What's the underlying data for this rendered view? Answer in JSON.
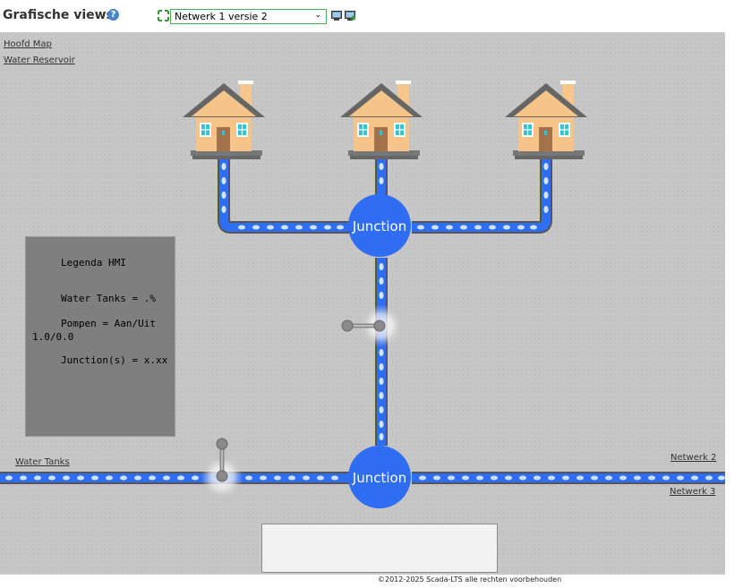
{
  "header": {
    "title": "Grafische views",
    "help": "?",
    "selected_view": "Netwerk 1 versie 2"
  },
  "nav": {
    "hoofd_map": "Hoofd Map",
    "water_reservoir": "Water Reservoir",
    "water_tanks": "Water Tanks",
    "netwerk2": "Netwerk 2",
    "netwerk3": "Netwerk 3"
  },
  "legend": {
    "title": "Legenda HMI",
    "water_tanks": "Water Tanks =  .%",
    "pompen_line1": "Pompen = Aan/Uit",
    "pompen_line2": "1.0/0.0",
    "junctions": "Junction(s) = x.xx"
  },
  "junctions": {
    "top": "Junction",
    "bottom": "Junction"
  },
  "colors": {
    "pipe": "#2f6df3",
    "junction": "#2f6df3",
    "background": "#c6c6c6",
    "legend_bg": "#7f7f7f"
  },
  "icons": [
    "help-icon",
    "fullscreen-icon",
    "edit-view-icon",
    "add-view-icon",
    "house-icon",
    "valve-icon"
  ],
  "footer": "©2012-2025 Scada-LTS alle rechten voorbehouden"
}
